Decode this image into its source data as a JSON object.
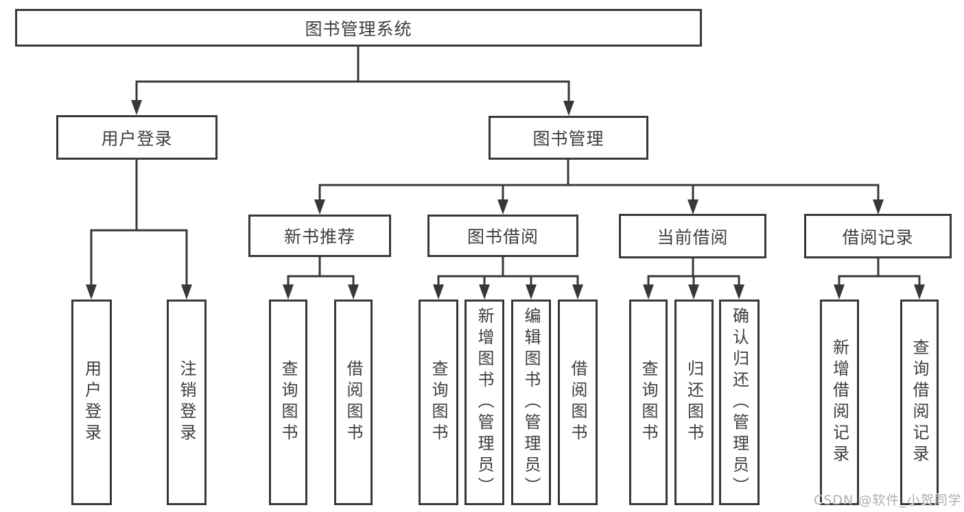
{
  "diagram": {
    "title": "图书管理系统"
  },
  "watermark": {
    "text": "CSDN @软件_小贺同学"
  },
  "colors": {
    "line": "#383838",
    "box_border": "#383838",
    "text": "#3d3d3d",
    "watermark": "#aeaeae",
    "background": "#ffffff"
  },
  "nodes": {
    "root": {
      "label": "图书管理系统",
      "parent": null
    },
    "user_login": {
      "label": "用户登录",
      "parent": "root"
    },
    "book_management": {
      "label": "图书管理",
      "parent": "root"
    },
    "ul_user_login": {
      "label": "用户登录",
      "parent": "user_login"
    },
    "ul_logout": {
      "label": "注销登录",
      "parent": "user_login"
    },
    "new_book_recommend": {
      "label": "新书推荐",
      "parent": "book_management"
    },
    "book_borrow": {
      "label": "图书借阅",
      "parent": "book_management"
    },
    "current_borrow": {
      "label": "当前借阅",
      "parent": "book_management"
    },
    "borrow_record": {
      "label": "借阅记录",
      "parent": "book_management"
    },
    "nbr_query_book": {
      "label": "查询图书",
      "parent": "new_book_recommend"
    },
    "nbr_borrow_book": {
      "label": "借阅图书",
      "parent": "new_book_recommend"
    },
    "bb_query_book": {
      "label": "查询图书",
      "parent": "book_borrow"
    },
    "bb_add_book": {
      "label": "新增图书（管理员）",
      "parent": "book_borrow"
    },
    "bb_edit_book": {
      "label": "编辑图书（管理员）",
      "parent": "book_borrow"
    },
    "bb_borrow_book": {
      "label": "借阅图书",
      "parent": "book_borrow"
    },
    "cb_query_book": {
      "label": "查询图书",
      "parent": "current_borrow"
    },
    "cb_return_book": {
      "label": "归还图书",
      "parent": "current_borrow"
    },
    "cb_confirm_return": {
      "label": "确认归还（管理员）",
      "parent": "current_borrow"
    },
    "br_add_record": {
      "label": "新增借阅记录",
      "parent": "borrow_record"
    },
    "br_query_record": {
      "label": "查询借阅记录",
      "parent": "borrow_record"
    }
  }
}
